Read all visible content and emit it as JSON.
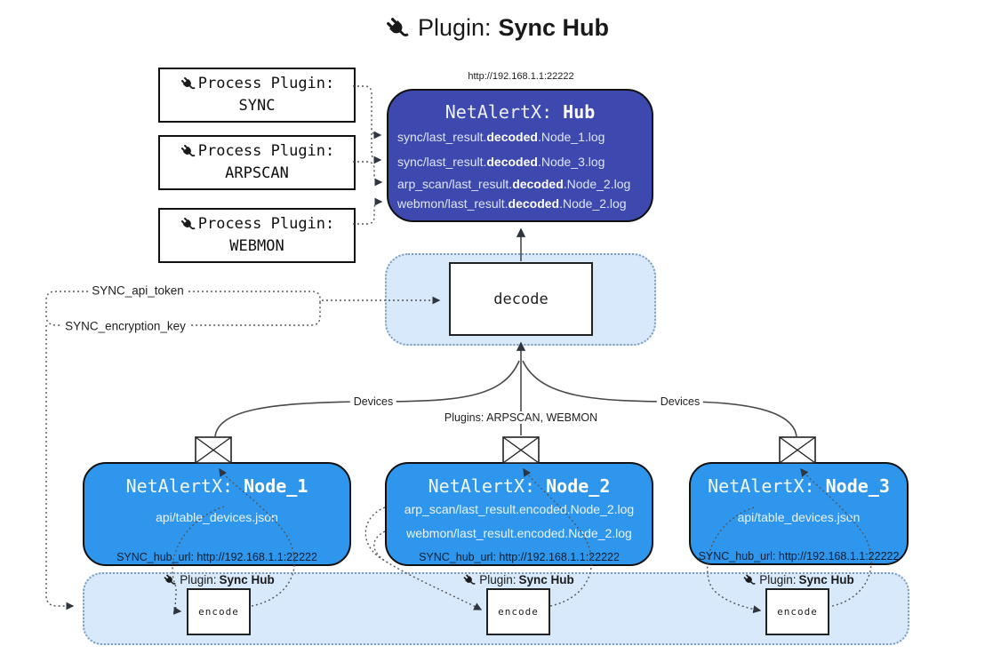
{
  "title": {
    "icon": "plug-icon",
    "prefix": "Plugin:",
    "name": "Sync Hub"
  },
  "process_plugins": [
    {
      "label": "Process Plugin:",
      "name": "SYNC"
    },
    {
      "label": "Process Plugin:",
      "name": "ARPSCAN"
    },
    {
      "label": "Process Plugin:",
      "name": "WEBMON"
    }
  ],
  "hub": {
    "url": "http://192.168.1.1:22222",
    "title_prefix": "NetAlertX:",
    "title_name": "Hub",
    "logs": [
      {
        "pre": "sync/last_result.",
        "bold": "decoded",
        "post": ".Node_1.log"
      },
      {
        "pre": "sync/last_result.",
        "bold": "decoded",
        "post": ".Node_3.log"
      },
      {
        "pre": "arp_scan/last_result.",
        "bold": "decoded",
        "post": ".Node_2.log"
      },
      {
        "pre": "webmon/last_result.",
        "bold": "decoded",
        "post": ".Node_2.log"
      }
    ]
  },
  "decode_label": "decode",
  "settings": {
    "api_token": "SYNC_api_token",
    "encryption_key": "SYNC_encryption_key"
  },
  "edge_labels": {
    "devices_left": "Devices",
    "plugins_middle": "Plugins: ARPSCAN, WEBMON",
    "devices_right": "Devices"
  },
  "nodes": [
    {
      "title_prefix": "NetAlertX:",
      "title_name": "Node_1",
      "files": [
        "api/table_devices.json"
      ],
      "hub_url": "SYNC_hub_url: http://192.168.1.1:22222"
    },
    {
      "title_prefix": "NetAlertX:",
      "title_name": "Node_2",
      "files": [
        "arp_scan/last_result.encoded.Node_2.log",
        "webmon/last_result.encoded.Node_2.log"
      ],
      "hub_url": "SYNC_hub_url: http://192.168.1.1:22222"
    },
    {
      "title_prefix": "NetAlertX:",
      "title_name": "Node_3",
      "files": [
        "api/table_devices.json"
      ],
      "hub_url": "SYNC_hub_url: http://192.168.1.1:22222"
    }
  ],
  "encode_sections": [
    {
      "label_prefix": "Plugin:",
      "label_name": "Sync Hub",
      "box_label": "encode"
    },
    {
      "label_prefix": "Plugin:",
      "label_name": "Sync Hub",
      "box_label": "encode"
    },
    {
      "label_prefix": "Plugin:",
      "label_name": "Sync Hub",
      "box_label": "encode"
    }
  ],
  "icons": {
    "plug": "plug-icon",
    "envelope": "envelope-icon"
  },
  "colors": {
    "hub_fill": "#3e49b0",
    "hub_title": "#eceef9",
    "hub_text": "#dfe4f7",
    "node_fill": "#2e96ec",
    "node_text": "#eaf3fd",
    "node_text_dark": "#0d1f33",
    "panel_fill": "#d8e9fb",
    "panel_border": "#7c9cbf",
    "wire": "#4a4a4a",
    "box_border": "#111111"
  }
}
